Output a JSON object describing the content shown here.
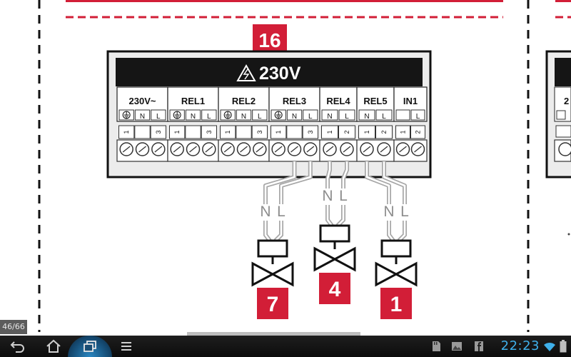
{
  "document": {
    "section_number": "16",
    "header_label": "230V",
    "terminals": [
      {
        "name": "230V~",
        "pins": [
          "⏚",
          "N",
          "L"
        ],
        "numbers": [
          "1",
          "",
          "3"
        ]
      },
      {
        "name": "REL1",
        "pins": [
          "⏚",
          "N",
          "L"
        ],
        "numbers": [
          "1",
          "",
          "3"
        ]
      },
      {
        "name": "REL2",
        "pins": [
          "⏚",
          "N",
          "L"
        ],
        "numbers": [
          "1",
          "",
          "3"
        ]
      },
      {
        "name": "REL3",
        "pins": [
          "⏚",
          "N",
          "L"
        ],
        "numbers": [
          "1",
          "",
          "3"
        ]
      },
      {
        "name": "REL4",
        "pins": [
          "N",
          "L"
        ],
        "numbers": [
          "1",
          "2"
        ]
      },
      {
        "name": "REL5",
        "pins": [
          "N",
          "L"
        ],
        "numbers": [
          "1",
          "2"
        ]
      },
      {
        "name": "IN1",
        "pins": [
          "",
          "L"
        ],
        "numbers": [
          "1",
          "2"
        ]
      }
    ],
    "valves": [
      {
        "wire_labels": [
          "N",
          "L"
        ],
        "number": "7"
      },
      {
        "wire_labels": [
          "N",
          "L"
        ],
        "number": "4"
      },
      {
        "wire_labels": [
          "N",
          "L"
        ],
        "number": "1"
      }
    ],
    "right_edge_label": "2"
  },
  "viewer": {
    "page_indicator": "46/66"
  },
  "navbar": {
    "buttons": [
      "back-icon",
      "home-icon",
      "recent-apps-icon",
      "menu-icon"
    ],
    "status_icons": [
      "sd-card-icon",
      "gallery-icon",
      "facebook-icon",
      "wifi-icon"
    ],
    "clock": "22:23"
  },
  "colors": {
    "accent": "#d21e37",
    "panel": "#1a1a1a",
    "clock": "#3fb0ea"
  }
}
